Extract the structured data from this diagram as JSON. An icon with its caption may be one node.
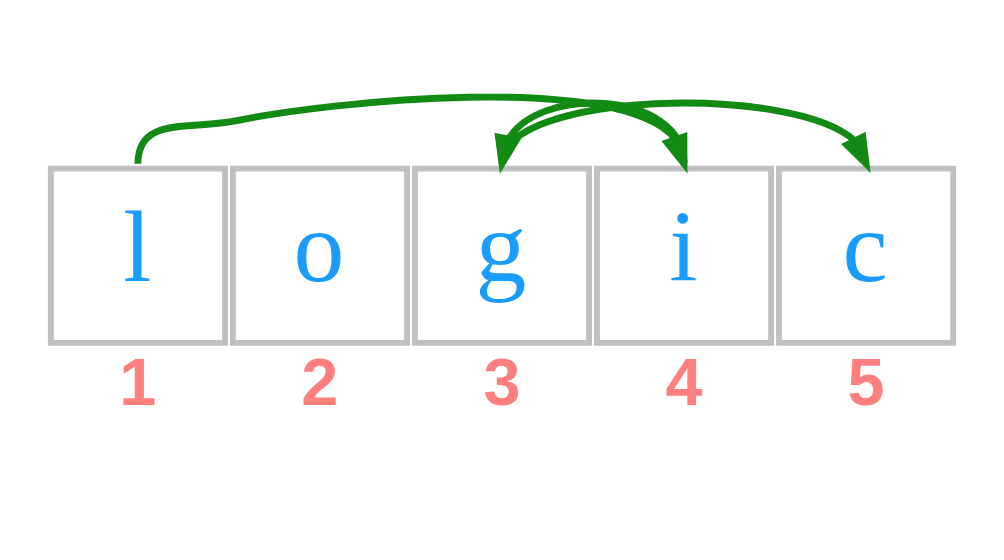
{
  "diagram": {
    "nodes": [
      {
        "text": [
          "l"
        ],
        "beside": [
          "1"
        ]
      },
      {
        "text": [
          "o"
        ],
        "beside": [
          "2"
        ]
      },
      {
        "text": [
          "g"
        ],
        "beside": [
          "3"
        ]
      },
      {
        "text": [
          "i"
        ],
        "beside": [
          "4"
        ]
      },
      {
        "text": [
          "c"
        ],
        "beside": [
          "5"
        ]
      }
    ],
    "edges": [
      {
        "from": 0,
        "to": 3,
        "arrow": "to"
      },
      {
        "from": 2,
        "to": 4,
        "arrow": "to"
      },
      {
        "from": 3,
        "to": 2,
        "arrow": "to"
      }
    ]
  }
}
